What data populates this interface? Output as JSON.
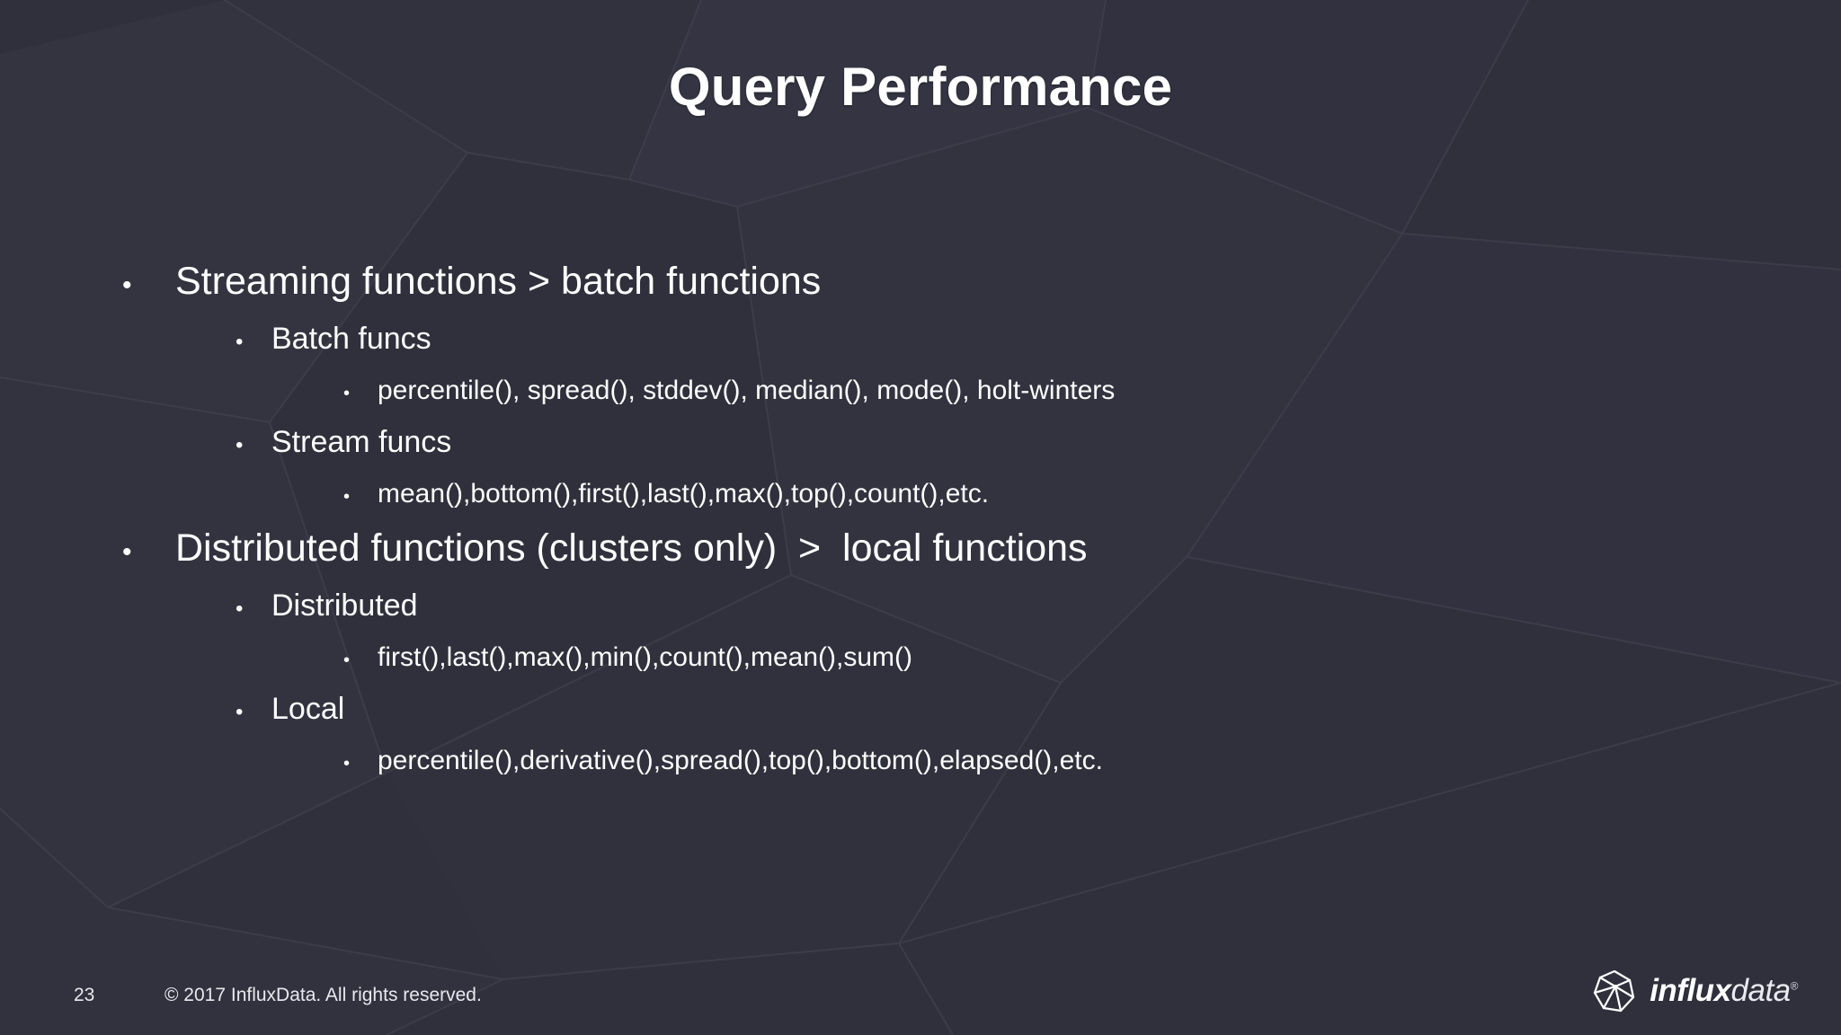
{
  "slide": {
    "title": "Query Performance",
    "background_color": "#30303c",
    "text_color": "#ffffff"
  },
  "content": [
    {
      "level": 1,
      "bullet": "•",
      "text": "Streaming functions > batch functions"
    },
    {
      "level": 2,
      "bullet": "•",
      "text": "Batch funcs"
    },
    {
      "level": 3,
      "bullet": "•",
      "text": "percentile(), spread(), stddev(), median(), mode(), holt-winters"
    },
    {
      "level": 2,
      "bullet": "•",
      "text": "Stream funcs"
    },
    {
      "level": 3,
      "bullet": "•",
      "text": "mean(),bottom(),first(),last(),max(),top(),count(),etc."
    },
    {
      "level": 1,
      "bullet": "•",
      "text": "Distributed functions (clusters only)  >  local functions"
    },
    {
      "level": 2,
      "bullet": "•",
      "text": "Distributed"
    },
    {
      "level": 3,
      "bullet": "•",
      "text": "first(),last(),max(),min(),count(),mean(),sum()"
    },
    {
      "level": 2,
      "bullet": "•",
      "text": "Local"
    },
    {
      "level": 3,
      "bullet": "•",
      "text": "percentile(),derivative(),spread(),top(),bottom(),elapsed(),etc."
    }
  ],
  "footer": {
    "page_number": "23",
    "copyright": "© 2017 InfluxData.  All rights reserved."
  },
  "logo": {
    "mark_name": "influxdata-polygon-icon",
    "word_primary": "influx",
    "word_secondary": "data",
    "trademark": "®"
  }
}
